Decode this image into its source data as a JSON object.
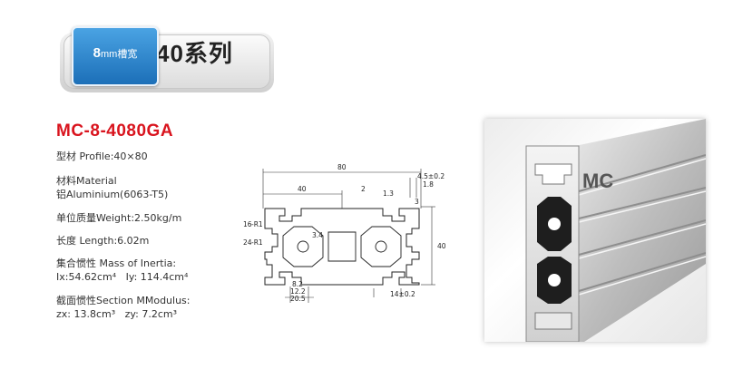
{
  "header": {
    "slot_width": "8",
    "slot_unit": "mm槽宽",
    "series": "40系列"
  },
  "product": {
    "model": "MC-8-4080GA",
    "lines": [
      "型材 Profile:40×80",
      "材料Material",
      "铝Aluminium(6063-T5)",
      "单位质量Weight:2.50kg/m",
      "长度 Length:6.02m",
      "集合惯性 Mass of Inertia:",
      "Ix:54.62cm⁴   Iy: 114.4cm⁴",
      "截面惯性Section MModulus:",
      "zx: 13.8cm³   zy: 7.2cm³"
    ]
  },
  "drawing": {
    "dims": {
      "overall_width": "80",
      "half_width": "40",
      "height": "40",
      "d_4_5": "4.5±0.2",
      "d_1_8": "1.8",
      "d_2": "2",
      "d_1_3": "1.3",
      "d_3": "3",
      "d_16": "16",
      "r1": "-R1",
      "d_24": "24",
      "r1b": "-R1",
      "d_3_4": "3.4",
      "d_8_2": "8.2",
      "d_12_2": "12.2",
      "d_20_5": "20.5",
      "d_14": "14±0.2"
    }
  },
  "photo": {
    "brand": "MC"
  }
}
